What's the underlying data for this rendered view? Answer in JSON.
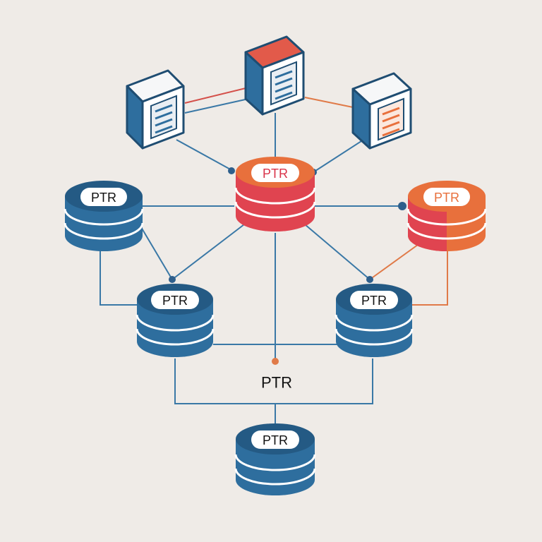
{
  "diagram": {
    "colors": {
      "background": "#efebe7",
      "blue": "#2e6e9e",
      "blue_dark": "#245a84",
      "red": "#e04450",
      "orange": "#e8703c",
      "line_blue": "#3a78a6",
      "line_orange": "#e07a48",
      "line_red": "#d4504a"
    },
    "servers": [
      {
        "id": "server-left",
        "accent": "blue"
      },
      {
        "id": "server-center",
        "accent": "red"
      },
      {
        "id": "server-right",
        "accent": "orange"
      }
    ],
    "databases": [
      {
        "id": "db-top-center",
        "label": "PTR",
        "color": "red"
      },
      {
        "id": "db-left",
        "label": "PTR",
        "color": "blue"
      },
      {
        "id": "db-right",
        "label": "PTR",
        "color": "orange"
      },
      {
        "id": "db-mid-left",
        "label": "PTR",
        "color": "blue"
      },
      {
        "id": "db-mid-right",
        "label": "PTR",
        "color": "blue"
      },
      {
        "id": "db-bottom",
        "label": "PTR",
        "color": "blue"
      }
    ],
    "free_label": "PTR"
  }
}
